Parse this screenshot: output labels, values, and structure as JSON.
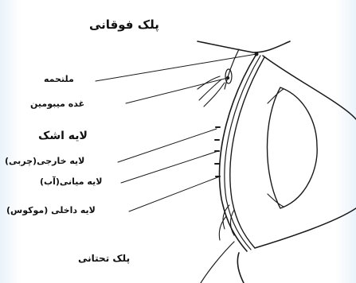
{
  "labels": {
    "upper_eyelid": "پلک فوقانی",
    "conjunctiva": "ملتحمه",
    "meibomian_gland": "غده میبومین",
    "tear_film": "لایه اشک",
    "outer_layer": "لایه خارجی(چربی)",
    "middle_layer": "لایه میانی(آب)",
    "inner_layer": "لایه داخلی (موکوس)",
    "lower_eyelid": "پلک تحتانی"
  },
  "colors": {
    "line": "#1a1a1a",
    "background_edge": "#eaf3fb"
  }
}
